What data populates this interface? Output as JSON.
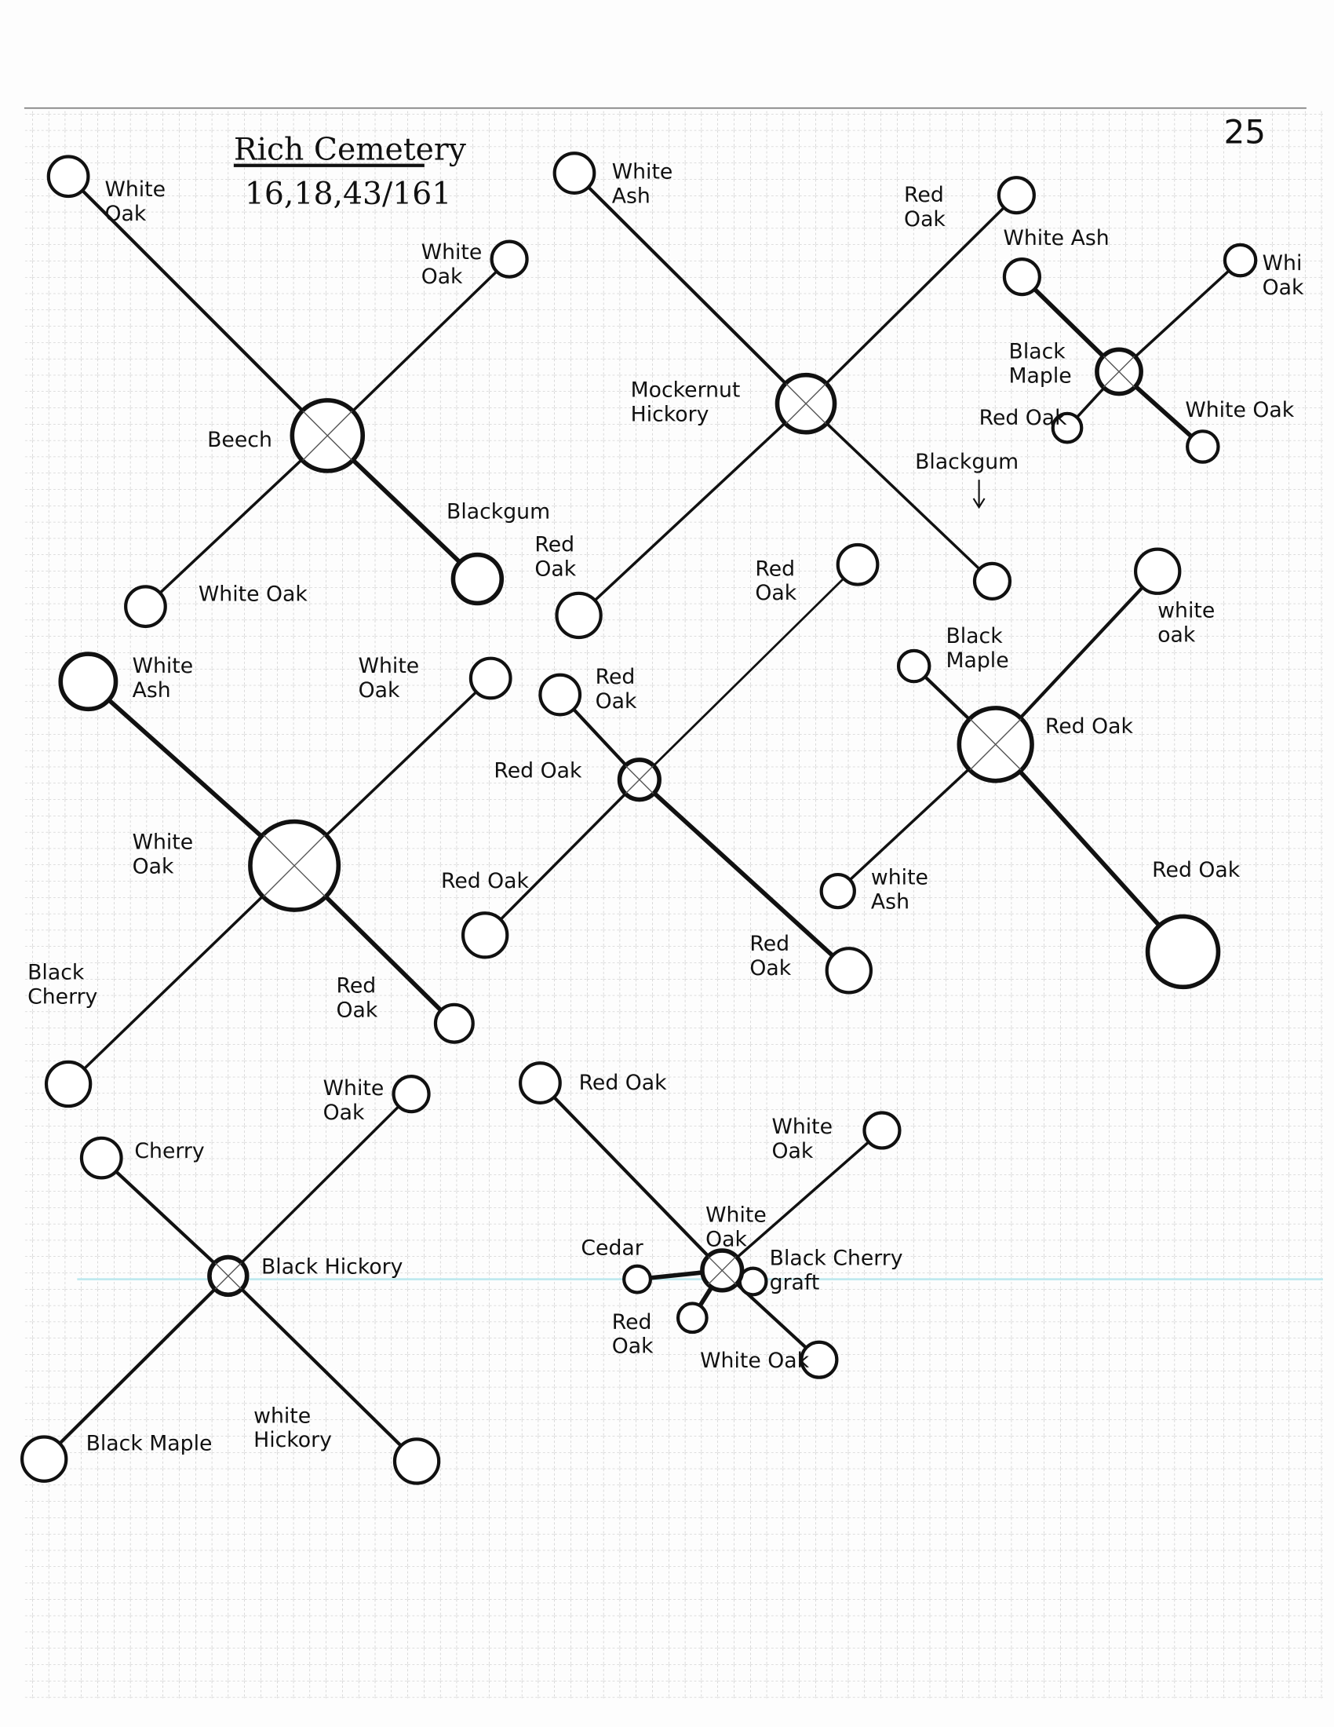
{
  "header": {
    "title": "Rich Cemetery",
    "subtitle": "16,18,43/161",
    "page_number": "25"
  },
  "clusters": [
    {
      "center": [
        "Beech"
      ],
      "branches": [
        [
          "White",
          "Oak"
        ],
        [
          "White",
          "Oak"
        ],
        [
          "Blackgum"
        ],
        [
          "White Oak"
        ]
      ]
    },
    {
      "center": [
        "Mockernut",
        "Hickory"
      ],
      "branches": [
        [
          "White",
          "Ash"
        ],
        [
          "Red",
          "Oak"
        ],
        [
          "Blackgum"
        ],
        [
          "Red",
          "Oak"
        ]
      ]
    },
    {
      "center": [
        "Black",
        "Maple"
      ],
      "branches": [
        [
          "White Ash"
        ],
        [
          "Whi",
          "Oak"
        ],
        [
          "White Oak"
        ],
        [
          "Red Oak"
        ]
      ]
    },
    {
      "center": [
        "White",
        "Oak"
      ],
      "branches": [
        [
          "White",
          "Ash"
        ],
        [
          "White",
          "Oak"
        ],
        [
          "Red",
          "Oak"
        ],
        [
          "Black",
          "Cherry"
        ]
      ]
    },
    {
      "center": [
        "Red Oak"
      ],
      "branches": [
        [
          "Red",
          "Oak"
        ],
        [
          "Red",
          "Oak"
        ],
        [
          "Red",
          "Oak"
        ],
        [
          "Red Oak"
        ]
      ]
    },
    {
      "center": [
        "Red Oak"
      ],
      "branches": [
        [
          "Black",
          "Maple"
        ],
        [
          "white",
          "oak"
        ],
        [
          "Red Oak"
        ],
        [
          "white",
          "Ash"
        ]
      ]
    },
    {
      "center": [
        "Black Hickory"
      ],
      "branches": [
        [
          "Cherry"
        ],
        [
          "White",
          "Oak"
        ],
        [
          "white",
          "Hickory"
        ],
        [
          "Black Maple"
        ]
      ]
    },
    {
      "center": [
        "White",
        "Oak"
      ],
      "branches": [
        [
          "Red Oak"
        ],
        [
          "White",
          "Oak"
        ],
        [
          "White Oak"
        ],
        [
          "Red",
          "Oak"
        ],
        [
          "Cedar"
        ],
        [
          "Black Cherry",
          "graft"
        ]
      ]
    }
  ],
  "colors": {
    "ink": "#111111",
    "grid": "#9a9a9a",
    "stray_line": "#bfe9ef"
  }
}
